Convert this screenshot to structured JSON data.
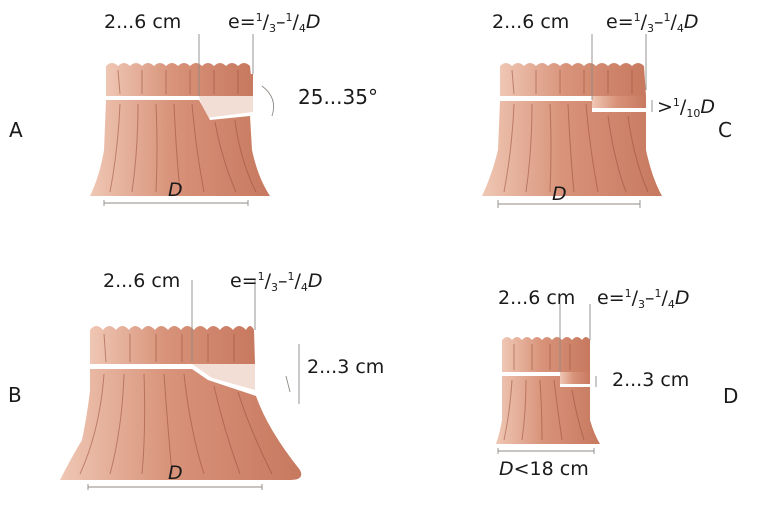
{
  "panels": [
    {
      "id": "A",
      "letter": "A",
      "width_label": "2...6 cm",
      "eccentricity_label": {
        "prefix": "e=",
        "n1": "1",
        "d1": "3",
        "dash": "–",
        "n2": "1",
        "d2": "4",
        "var": "D"
      },
      "extra_label": "25...35°",
      "diameter_label": "D"
    },
    {
      "id": "B",
      "letter": "B",
      "width_label": "2...6 cm",
      "eccentricity_label": {
        "prefix": "e=",
        "n1": "1",
        "d1": "3",
        "dash": "–",
        "n2": "1",
        "d2": "4",
        "var": "D"
      },
      "extra_label": "2...3 cm",
      "diameter_label": "D"
    },
    {
      "id": "C",
      "letter": "C",
      "width_label": "2...6 cm",
      "eccentricity_label": {
        "prefix": "e=",
        "n1": "1",
        "d1": "3",
        "dash": "–",
        "n2": "1",
        "d2": "4",
        "var": "D"
      },
      "extra_label": {
        "prefix": ">",
        "n": "1",
        "d": "10",
        "var": "D"
      },
      "diameter_label": "D"
    },
    {
      "id": "D",
      "letter": "D",
      "width_label": "2...6 cm",
      "eccentricity_label": {
        "prefix": "e=",
        "n1": "1",
        "d1": "3",
        "dash": "–",
        "n2": "1",
        "d2": "4",
        "var": "D"
      },
      "extra_label": "2...3 cm",
      "diameter_label": {
        "var": "D",
        "rest": "<18 cm"
      }
    }
  ],
  "colors": {
    "stump_light": "#e8b39c",
    "stump_mid": "#d08a70",
    "stump_dark": "#a9553e",
    "grain": "#9a4e3a",
    "dimension_line": "#8f8a86",
    "cut_gap": "#ffffff"
  }
}
